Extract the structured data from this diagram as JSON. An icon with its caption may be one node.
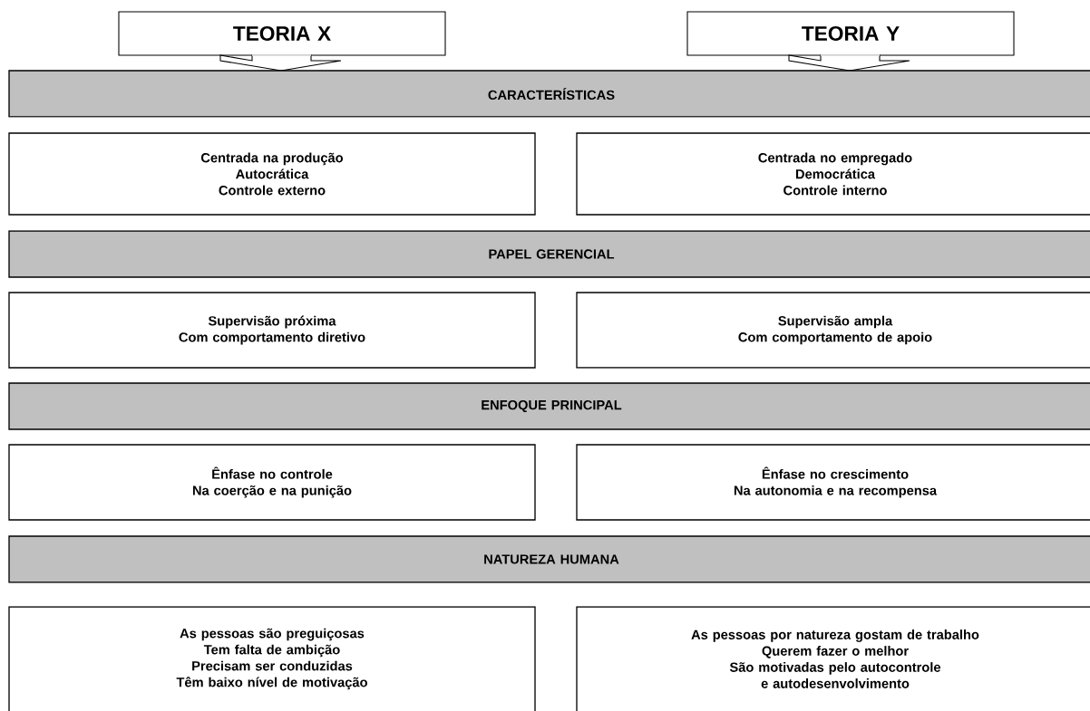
{
  "diagram": {
    "nodes": [
      {
        "text": [
          "TEORIA X"
        ]
      },
      {
        "text": [
          "TEORIA Y"
        ]
      },
      {
        "text": [
          "CARACTERÍSTICAS"
        ]
      },
      {
        "text": [
          "Centrada na produção",
          "Autocrática",
          "Controle externo"
        ]
      },
      {
        "text": [
          "Centrada no empregado",
          "Democrática",
          "Controle interno"
        ]
      },
      {
        "text": [
          "PAPEL GERENCIAL"
        ]
      },
      {
        "text": [
          "Supervisão próxima",
          "Com comportamento diretivo"
        ]
      },
      {
        "text": [
          "Supervisão ampla",
          "Com comportamento de apoio"
        ]
      },
      {
        "text": [
          "ENFOQUE PRINCIPAL"
        ]
      },
      {
        "text": [
          "Ênfase no controle",
          "Na coerção e na punição"
        ]
      },
      {
        "text": [
          "Ênfase no crescimento",
          "Na autonomia e na recompensa"
        ]
      },
      {
        "text": [
          "NATUREZA HUMANA"
        ]
      },
      {
        "text": [
          "As pessoas são preguiçosas",
          "Tem falta de ambição",
          "Precisam ser conduzidas",
          "Têm baixo nível de motivação"
        ]
      },
      {
        "text": [
          "As pessoas por natureza gostam de trabalho",
          "Querem fazer o melhor",
          "São motivadas pelo autocontrole e autodesenvolvimento"
        ]
      }
    ]
  }
}
